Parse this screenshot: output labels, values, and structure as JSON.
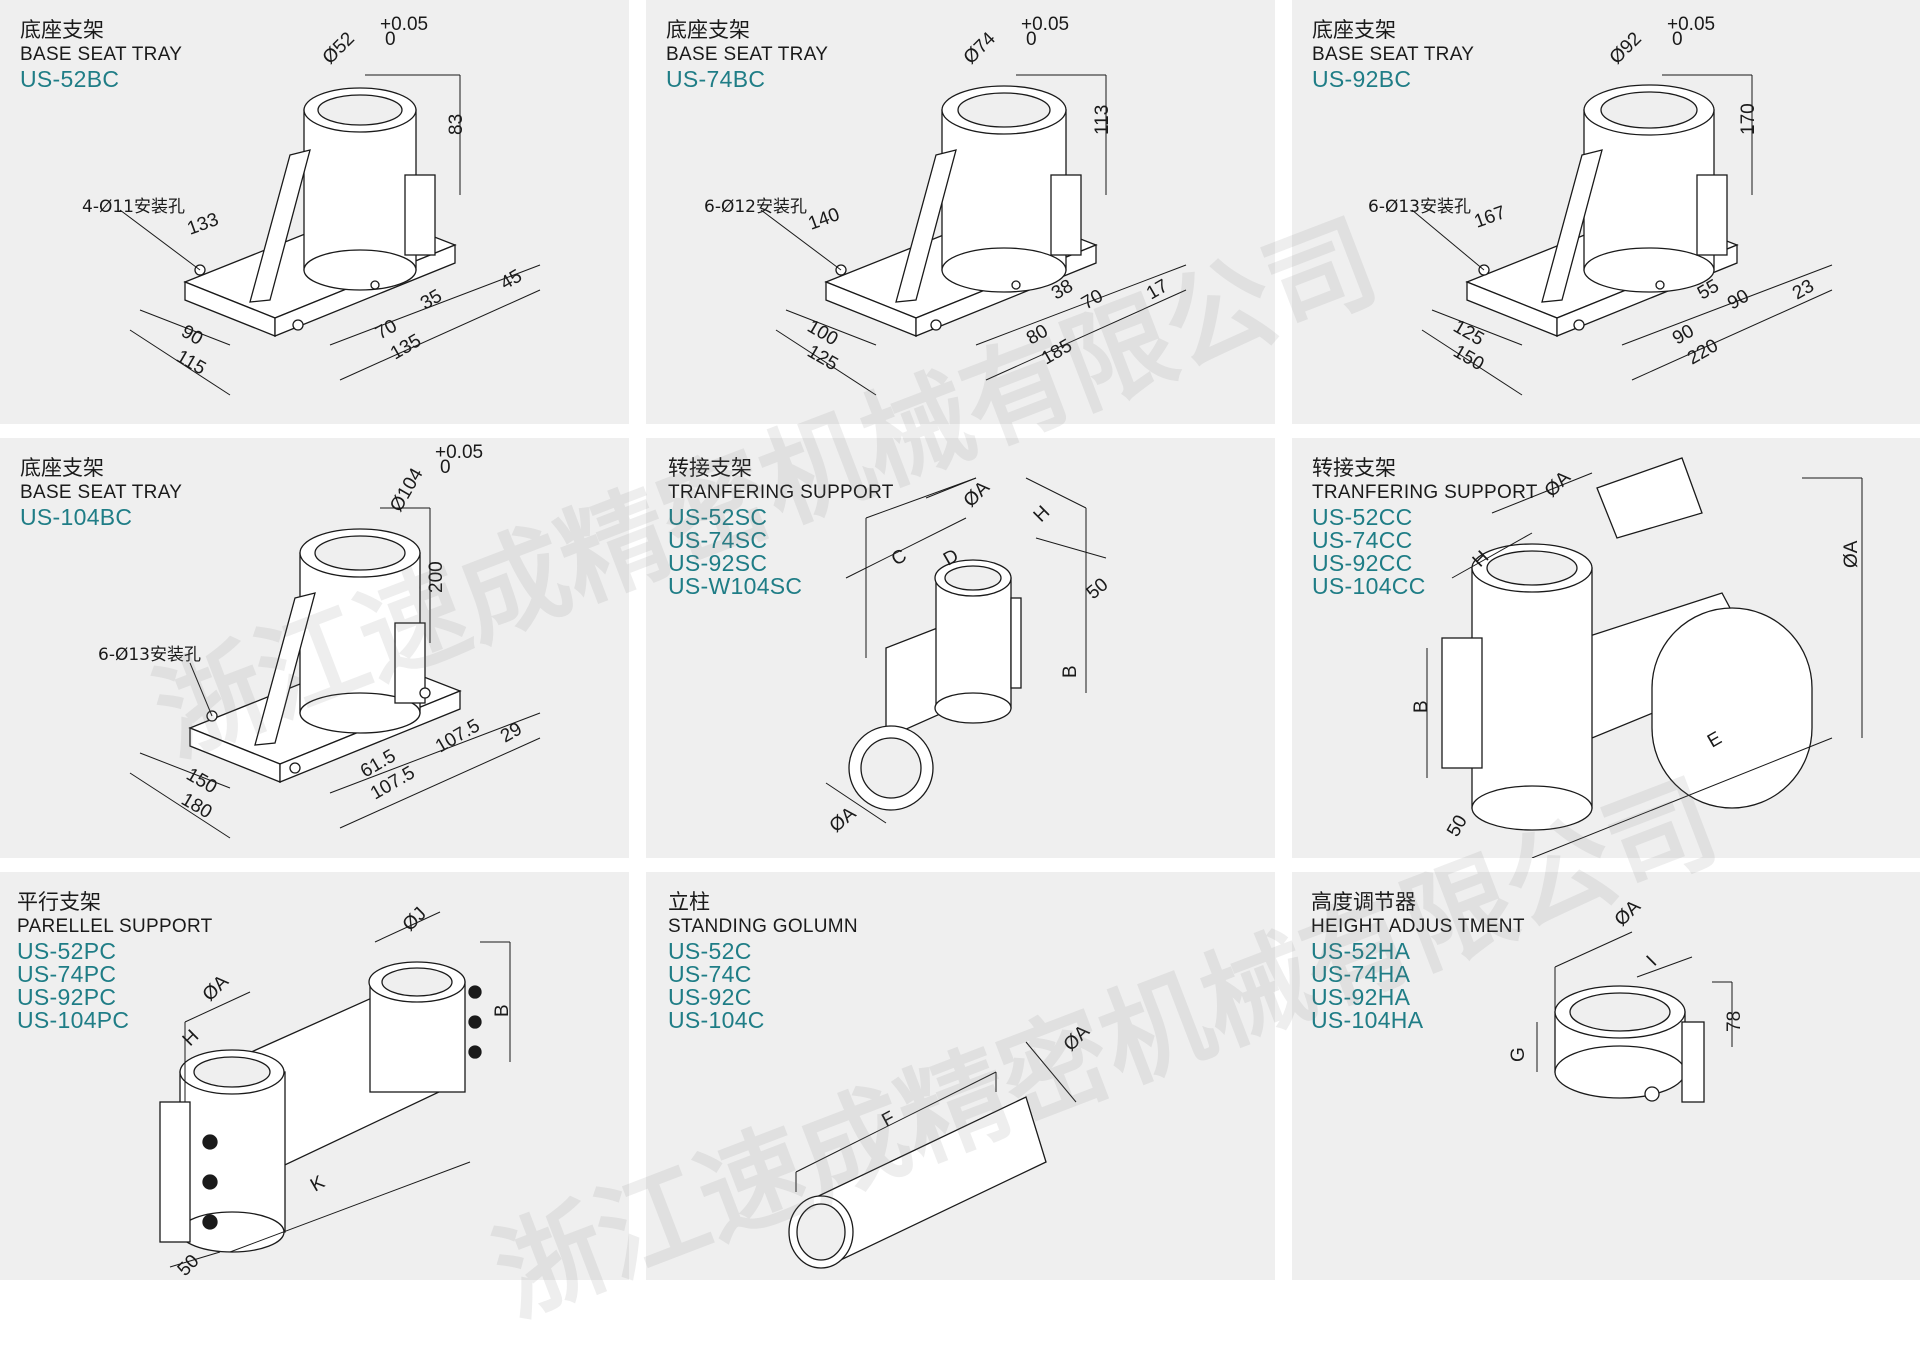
{
  "panels": [
    {
      "title_cn": "底座支架",
      "title_en": "BASE SEAT TRAY",
      "models": [
        "US-52BC"
      ],
      "labels": {
        "diameter": "Ø52",
        "tol_plus": "+0.05",
        "tol_zero": "0",
        "holes": "4-Ø11安装孔",
        "d1": "83",
        "d2": "133",
        "d3": "45",
        "d4": "35",
        "d5": "70",
        "d6": "135",
        "d7": "90",
        "d8": "115"
      }
    },
    {
      "title_cn": "底座支架",
      "title_en": "BASE SEAT TRAY",
      "models": [
        "US-74BC"
      ],
      "labels": {
        "diameter": "Ø74",
        "tol_plus": "+0.05",
        "tol_zero": "0",
        "holes": "6-Ø12安装孔",
        "d1": "113",
        "d2": "140",
        "d3": "17",
        "d4": "70",
        "d4b": "38",
        "d5": "80",
        "d6": "185",
        "d7": "100",
        "d8": "125"
      }
    },
    {
      "title_cn": "底座支架",
      "title_en": "BASE SEAT TRAY",
      "models": [
        "US-92BC"
      ],
      "labels": {
        "diameter": "Ø92",
        "tol_plus": "+0.05",
        "tol_zero": "0",
        "holes": "6-Ø13安装孔",
        "d1": "170",
        "d2": "167",
        "d3": "23",
        "d4": "90",
        "d4b": "55",
        "d5": "90",
        "d6": "220",
        "d7": "125",
        "d8": "150"
      }
    },
    {
      "title_cn": "底座支架",
      "title_en": "BASE SEAT TRAY",
      "models": [
        "US-104BC"
      ],
      "labels": {
        "diameter": "Ø104",
        "tol_plus": "+0.05",
        "tol_zero": "0",
        "holes": "6-Ø13安装孔",
        "d1": "200",
        "d3": "29",
        "d4": "107.5",
        "d5": "61.5",
        "d6": "107.5",
        "d7": "150",
        "d8": "180"
      }
    },
    {
      "title_cn": "转接支架",
      "title_en": "TRANFERING SUPPORT",
      "models": [
        "US-52SC",
        "US-74SC",
        "US-92SC",
        "US-W104SC"
      ],
      "labels": {
        "a_top": "ØA",
        "a_side": "ØA",
        "h": "H",
        "c": "C",
        "d": "D",
        "b": "B",
        "d50": "50"
      }
    },
    {
      "title_cn": "转接支架",
      "title_en": "TRANFERING SUPPORT",
      "models": [
        "US-52CC",
        "US-74CC",
        "US-92CC",
        "US-104CC"
      ],
      "labels": {
        "a_top": "ØA",
        "a_right": "ØA",
        "h": "H",
        "b": "B",
        "e": "E",
        "d50": "50"
      }
    },
    {
      "title_cn": "平行支架",
      "title_en": "PARELLEL SUPPORT",
      "models": [
        "US-52PC",
        "US-74PC",
        "US-92PC",
        "US-104PC"
      ],
      "labels": {
        "j": "ØJ",
        "a": "ØA",
        "h": "H",
        "b": "B",
        "k": "K",
        "d50": "50"
      }
    },
    {
      "title_cn": "立柱",
      "title_en": "STANDING GOLUMN",
      "models": [
        "US-52C",
        "US-74C",
        "US-92C",
        "US-104C"
      ],
      "labels": {
        "f": "F",
        "a": "ØA"
      }
    },
    {
      "title_cn": "高度调节器",
      "title_en": "HEIGHT ADJUS TMENT",
      "models": [
        "US-52HA",
        "US-74HA",
        "US-92HA",
        "US-104HA"
      ],
      "labels": {
        "a": "ØA",
        "i": "I",
        "g": "G",
        "d78": "78"
      }
    }
  ],
  "watermark": {
    "line1": "浙江速成精密机械有限公司",
    "line2": "浙江速成精密机械有限公司"
  }
}
